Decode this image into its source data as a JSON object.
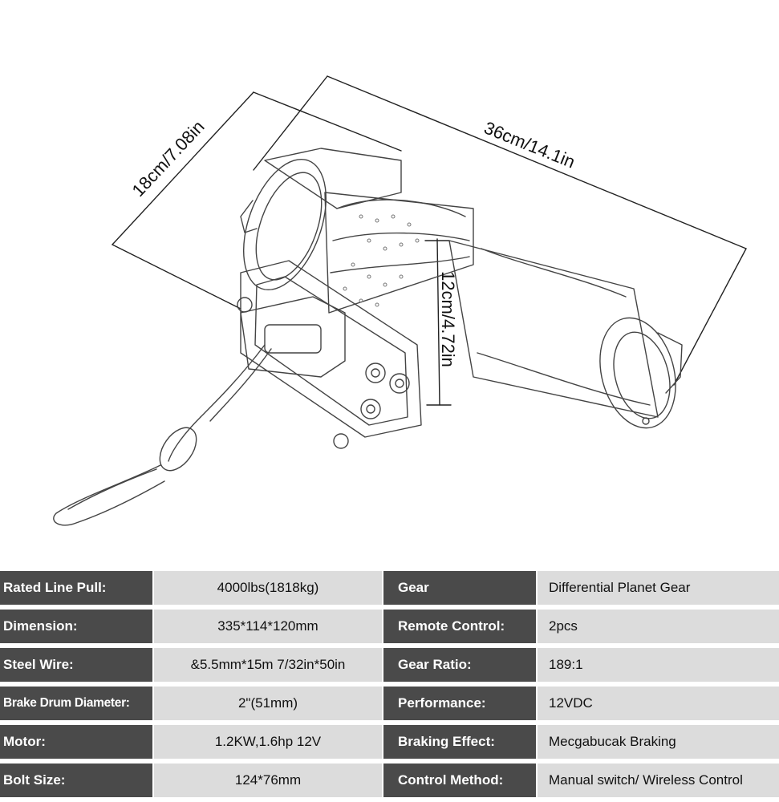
{
  "dimensions": {
    "length": "36cm/14.1in",
    "width": "18cm/7.08in",
    "height": "12cm/4.72in"
  },
  "specs": [
    {
      "label_left": "Rated Line Pull:",
      "value_left": "4000lbs(1818kg)",
      "label_right": "Gear",
      "value_right": "Differential Planet Gear"
    },
    {
      "label_left": "Dimension:",
      "value_left": "335*114*120mm",
      "label_right": "Remote Control:",
      "value_right": "2pcs"
    },
    {
      "label_left": "Steel Wire:",
      "value_left": "&5.5mm*15m 7/32in*50in",
      "label_right": "Gear Ratio:",
      "value_right": "189:1"
    },
    {
      "label_left": "Brake Drum Diameter:",
      "value_left": "2\"(51mm)",
      "label_right": "Performance:",
      "value_right": "12VDC"
    },
    {
      "label_left": "Motor:",
      "value_left": "1.2KW,1.6hp 12V",
      "label_right": "Braking Effect:",
      "value_right": "Mecgabucak Braking"
    },
    {
      "label_left": "Bolt Size:",
      "value_left": "124*76mm",
      "label_right": "Control Method:",
      "value_right": "Manual switch/ Wireless Control"
    }
  ]
}
